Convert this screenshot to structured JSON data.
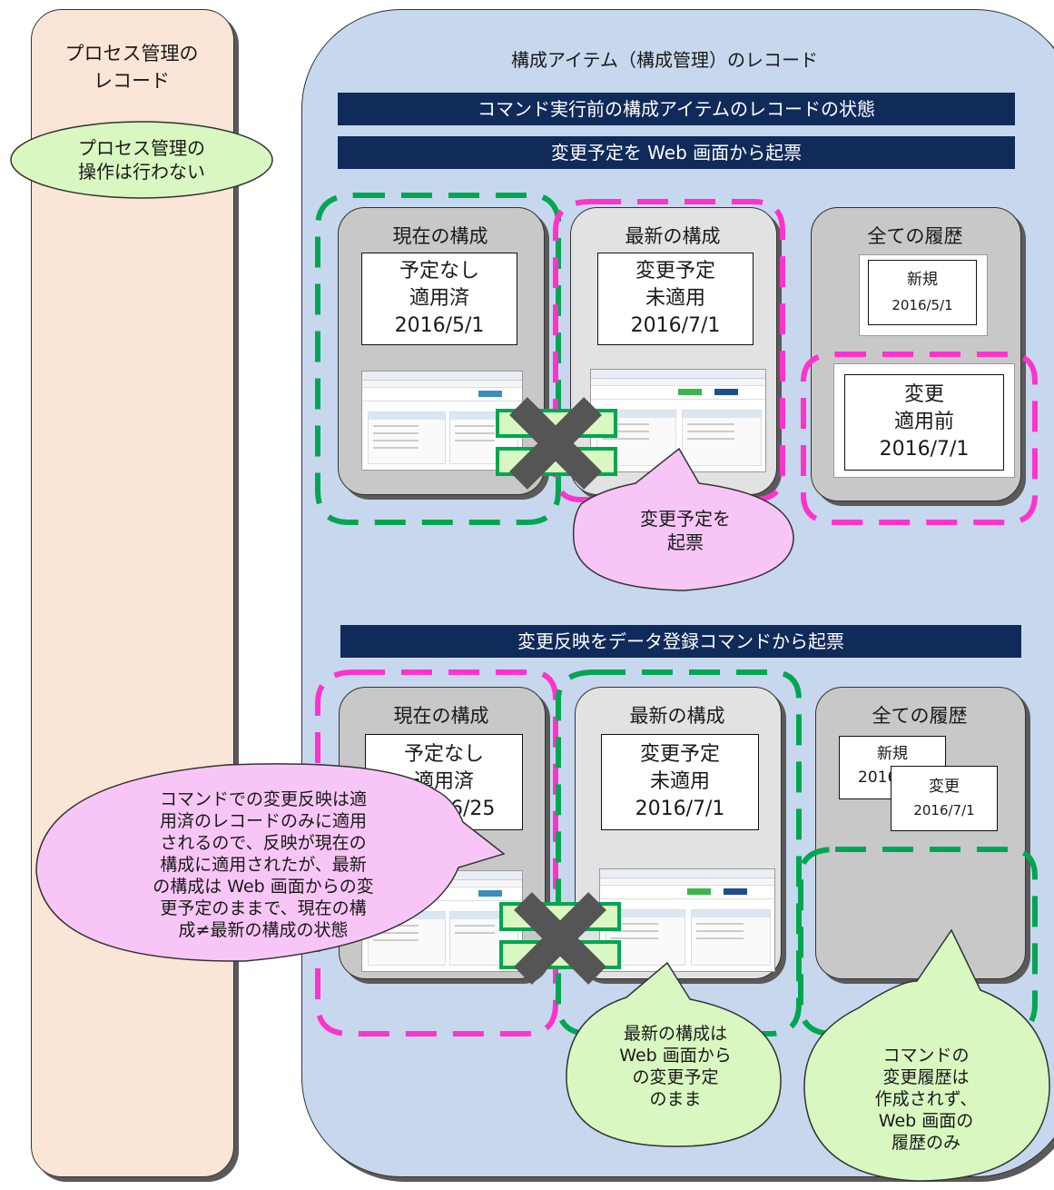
{
  "process": {
    "title_line1": "プロセス管理の",
    "title_line2": "レコード",
    "note_line1": "プロセス管理の",
    "note_line2": "操作は行わない"
  },
  "ci": {
    "title": "構成アイテム（構成管理）のレコード",
    "bar_before": "コマンド実行前の構成アイテムのレコードの状態",
    "bar_web": "変更予定を Web 画面から起票",
    "bar_cmd": "変更反映をデータ登録コマンドから起票"
  },
  "top": {
    "current": {
      "title": "現在の構成",
      "l1": "予定なし",
      "l2": "適用済",
      "l3": "2016/5/1"
    },
    "latest": {
      "title": "最新の構成",
      "l1": "変更予定",
      "l2": "未適用",
      "l3": "2016/7/1"
    },
    "history": {
      "title": "全ての履歴",
      "rec1_l1": "新規",
      "rec1_l2": "2016/5/1",
      "rec2_l1": "変更",
      "rec2_l2": "適用前",
      "rec2_l3": "2016/7/1"
    },
    "callout_l1": "変更予定を",
    "callout_l2": "起票"
  },
  "bottom": {
    "current": {
      "title": "現在の構成",
      "l1": "予定なし",
      "l2": "適用済",
      "l3": "2016/6/25"
    },
    "latest": {
      "title": "最新の構成",
      "l1": "変更予定",
      "l2": "未適用",
      "l3": "2016/7/1"
    },
    "history": {
      "title": "全ての履歴",
      "rec1_l1": "新規",
      "rec1_l2": "2016",
      "rec2_l1": "変更",
      "rec2_l2": "2016/7/1"
    },
    "callout_left": [
      "コマンドでの変更反映は適",
      "用済のレコードのみに適用",
      "されるので、反映が現在の",
      "構成に適用されたが、最新",
      "の構成は Web 画面からの変",
      "更予定のままで、現在の構",
      "成≠最新の構成の状態"
    ],
    "callout_mid": [
      "最新の構成は",
      "Web 画面から",
      "の変更予定",
      "のまま"
    ],
    "callout_right": [
      "コマンドの",
      "変更履歴は",
      "作成されず、",
      "Web 画面の",
      "履歴のみ"
    ]
  },
  "colors": {
    "process_bg": "#fbe5d6",
    "ci_bg": "#c7d7ee",
    "navy": "#102a5a",
    "dash_green": "#00a651",
    "dash_pink": "#ff33cc",
    "callout_pink": "#f8c6f6",
    "callout_green": "#d9f7c0"
  }
}
